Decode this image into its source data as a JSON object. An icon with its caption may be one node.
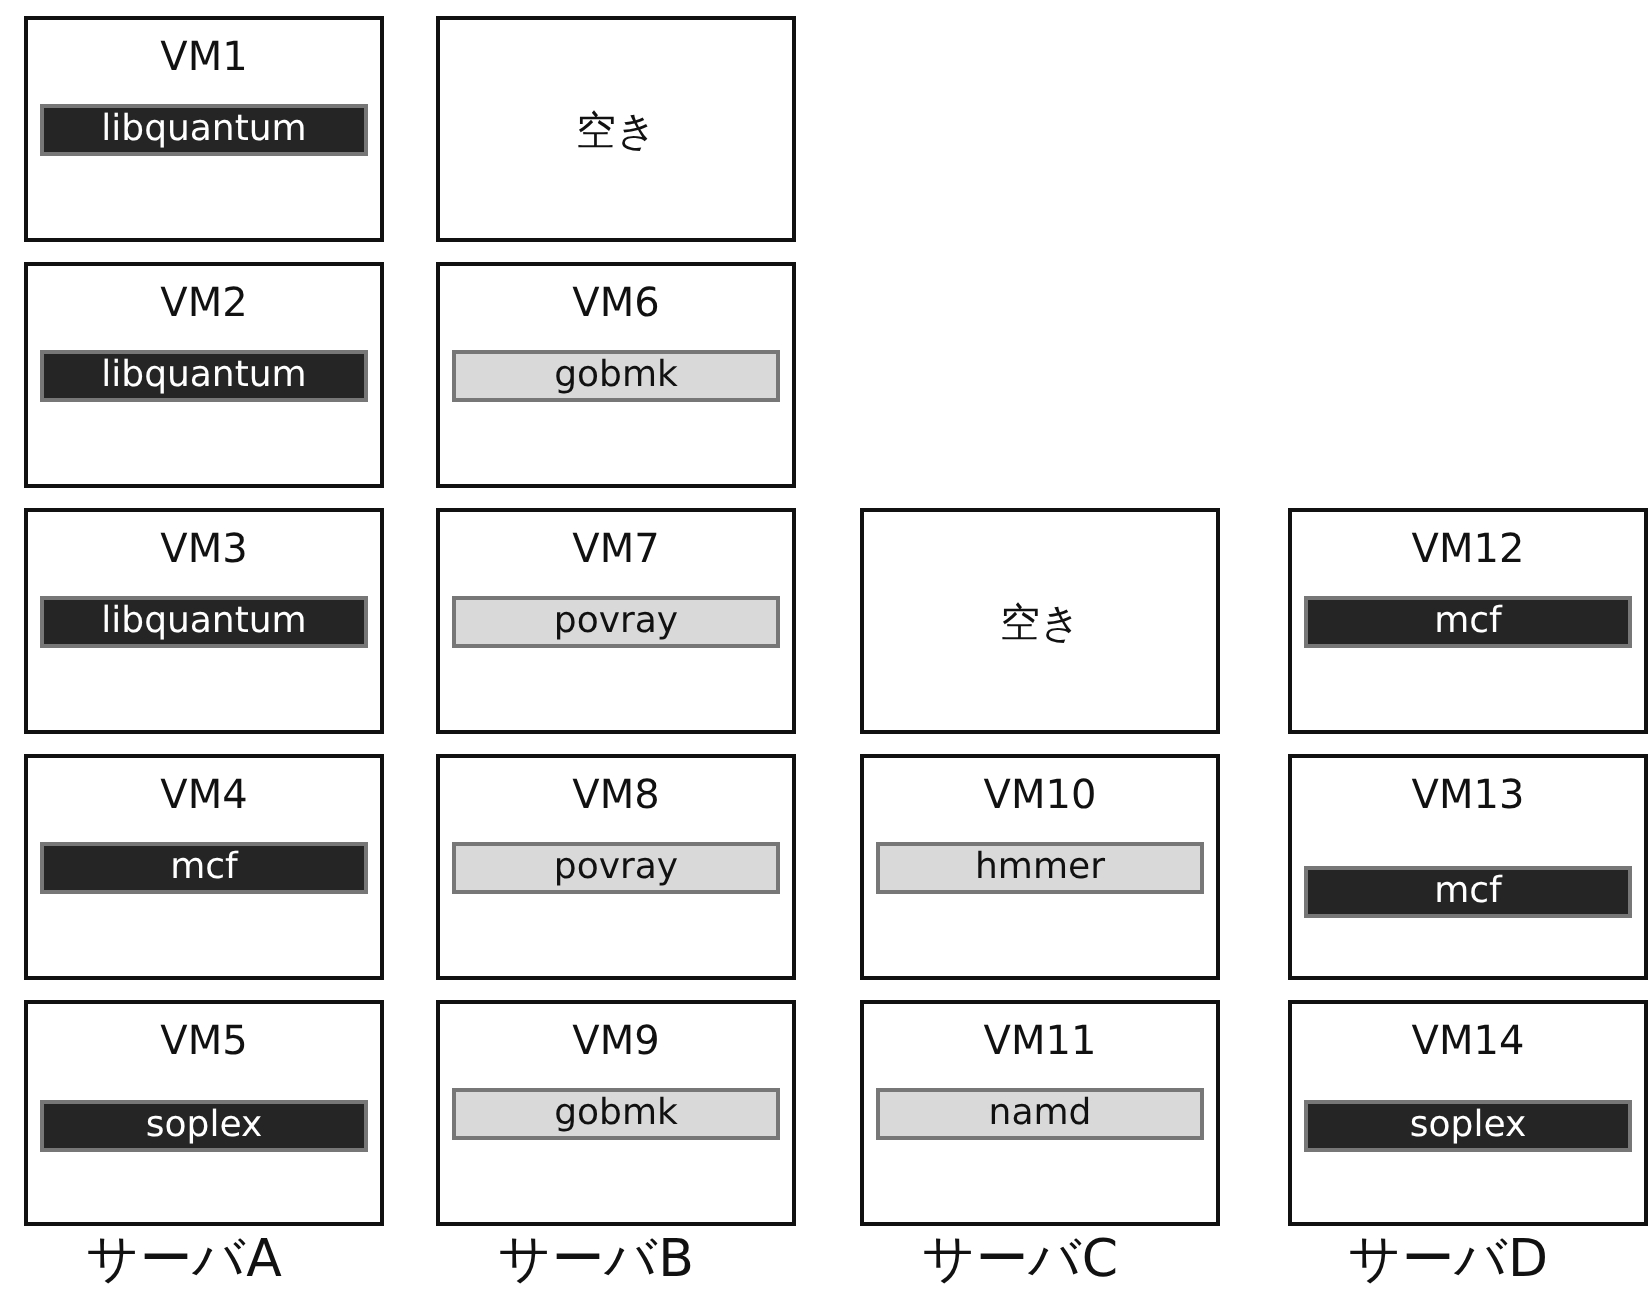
{
  "diagram": {
    "nodes": [
      {
        "text": [
          "VM1"
        ]
      },
      {
        "text": [
          "libquantum"
        ],
        "in": 0
      },
      {
        "text": [
          "VM2"
        ]
      },
      {
        "text": [
          "libquantum"
        ],
        "in": 2
      },
      {
        "text": [
          "VM3"
        ]
      },
      {
        "text": [
          "libquantum"
        ],
        "in": 4
      },
      {
        "text": [
          "VM4"
        ]
      },
      {
        "text": [
          "mcf"
        ],
        "in": 6
      },
      {
        "text": [
          "VM5"
        ]
      },
      {
        "text": [
          "soplex"
        ],
        "in": 8
      },
      {
        "text": [
          "空き"
        ]
      },
      {
        "text": [
          "VM6"
        ]
      },
      {
        "text": [
          "gobmk"
        ],
        "in": 11
      },
      {
        "text": [
          "VM7"
        ]
      },
      {
        "text": [
          "povray"
        ],
        "in": 13
      },
      {
        "text": [
          "VM8"
        ]
      },
      {
        "text": [
          "povray"
        ],
        "in": 15
      },
      {
        "text": [
          "VM9"
        ]
      },
      {
        "text": [
          "gobmk"
        ],
        "in": 17
      },
      {
        "text": [
          "空き"
        ]
      },
      {
        "text": [
          "VM10"
        ]
      },
      {
        "text": [
          "hmmer"
        ],
        "in": 20
      },
      {
        "text": [
          "VM11"
        ]
      },
      {
        "text": [
          "namd"
        ],
        "in": 22
      },
      {
        "text": [
          "VM12"
        ]
      },
      {
        "text": [
          "mcf"
        ],
        "in": 24
      },
      {
        "text": [
          "VM13"
        ]
      },
      {
        "text": [
          "mcf"
        ],
        "in": 26
      },
      {
        "text": [
          "VM14"
        ]
      },
      {
        "text": [
          "soplex"
        ],
        "in": 28
      }
    ],
    "labels": [
      "サーバA",
      "サーバB",
      "サーバC",
      "サーバD"
    ]
  }
}
